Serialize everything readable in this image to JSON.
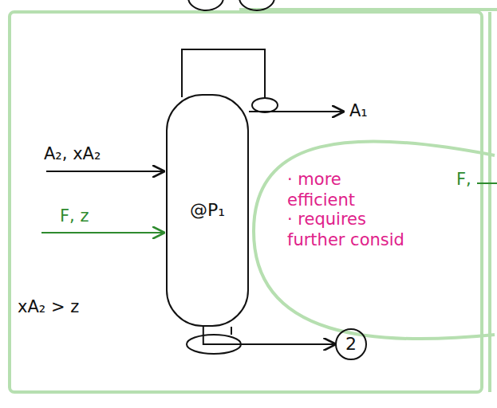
{
  "diagram": {
    "nodes": [
      {
        "text": [
          "@P₁"
        ]
      },
      {
        "text": [
          "2"
        ]
      }
    ],
    "edges": [
      {
        "from": 0,
        "to": 1,
        "arrow": "to"
      }
    ],
    "labels": [
      "A₁",
      "A₂, xA₂",
      "F, z",
      "xA₂ > z",
      "· more efficient",
      "· requires further consid",
      "F,"
    ]
  }
}
